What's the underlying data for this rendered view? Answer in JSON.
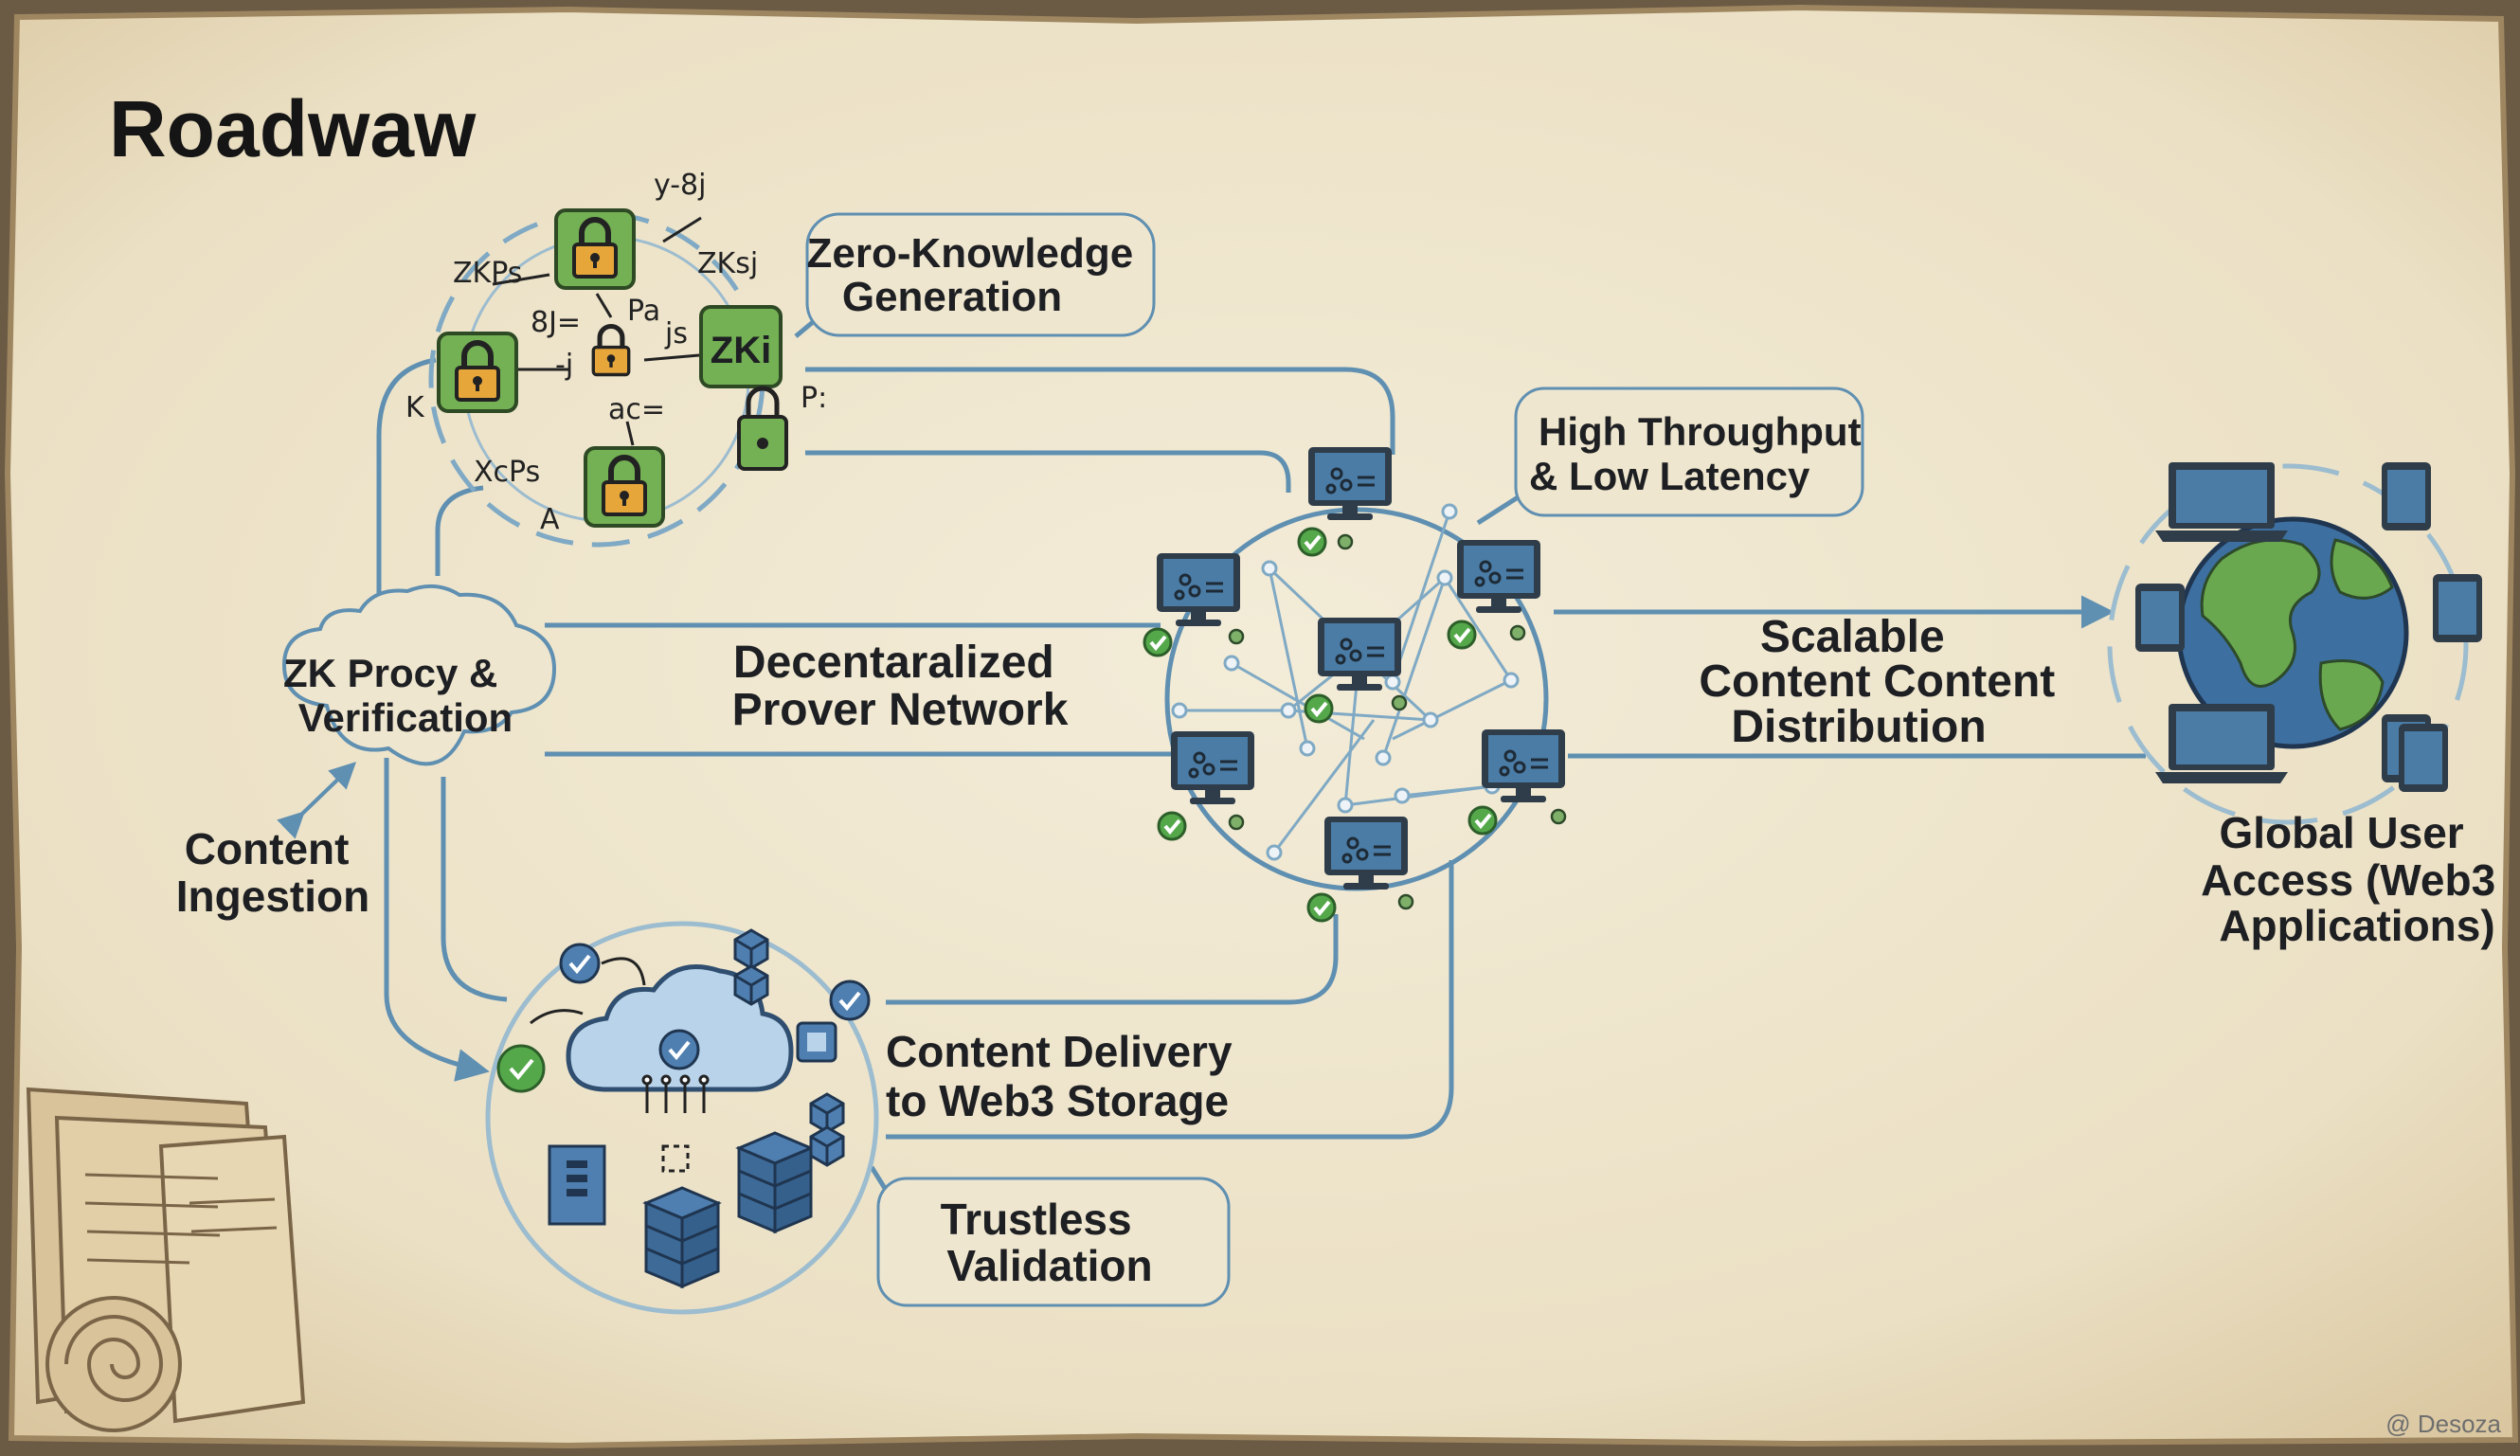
{
  "title": "Roadwaw",
  "zk_labels": [
    "y-8j",
    "ZKPs",
    "ZKsj",
    "Pa",
    "js",
    "8J=",
    "-j",
    "K",
    "ac=",
    "P:",
    "XcPs",
    "A"
  ],
  "zk_box_text": "ZKi",
  "callouts": {
    "zero_knowledge": [
      "Zero-Knowledge",
      "Generation"
    ],
    "throughput": [
      "High Throughput",
      "& Low Latency"
    ],
    "trustless": [
      "Trustless",
      "Validation"
    ]
  },
  "nodes": {
    "zk_proxy": [
      "ZK Procy &",
      "Verification"
    ],
    "content_ingestion": [
      "Content",
      "Ingestion"
    ],
    "prover_network": [
      "Decentaralized",
      "Prover Network"
    ],
    "scalable": [
      "Scalable",
      "Content Content",
      "Distribution"
    ],
    "global_access": [
      "Global User",
      "Access (Web3",
      "Applications)"
    ],
    "delivery": [
      "Content Delivery",
      "to Web3 Storage"
    ]
  },
  "watermark": "@ Desoza",
  "colors": {
    "parchment": "#efe6cf",
    "line_blue": "#5f8fb1",
    "lock_green": "#74b054",
    "lock_gold": "#e6a63a",
    "monitor_blue": "#4a7ca6",
    "check_green": "#54a84a",
    "earth_blue": "#3d6fa0",
    "land_green": "#6aa84f"
  }
}
